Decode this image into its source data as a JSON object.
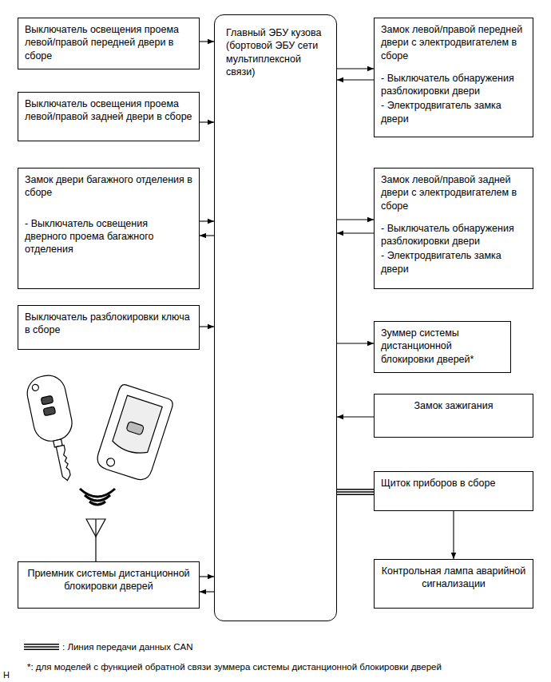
{
  "diagram": {
    "nodes": [
      {
        "text": [
          "Выключатель освещения проема левой/правой передней двери в сборе"
        ]
      },
      {
        "text": [
          "Главный ЭБУ кузова (бортовой ЭБУ сети мультиплексной связи)"
        ]
      },
      {
        "text": [
          "Замок левой/правой передней двери с электродвигателем в сборе",
          "- Выключатель обнаружения разблокировки двери",
          "- Электродвигатель замка двери"
        ]
      },
      {
        "text": [
          "Выключатель освещения проема левой/правой задней двери в сборе"
        ]
      },
      {
        "text": [
          "Замок двери багажного отделения в сборе",
          "- Выключатель освещения дверного проема багажного отделения"
        ]
      },
      {
        "text": [
          "Замок левой/правой задней двери с электродвигателем в сборе",
          "- Выключатель обнаружения разблокировки двери",
          "- Электродвигатель замка двери"
        ]
      },
      {
        "text": [
          "Выключатель разблокировки ключа в сборе"
        ]
      },
      {
        "text": [
          "Зуммер системы дистанционной блокировки дверей*"
        ]
      },
      {
        "text": [
          "Замок зажигания"
        ]
      },
      {
        "text": [
          "Щиток приборов в сборе"
        ]
      },
      {
        "text": [
          "Приемник системы дистанционной блокировки дверей"
        ]
      },
      {
        "text": [
          "Контрольная лампа аварийной сигнализации"
        ]
      }
    ],
    "edges": [
      {
        "from": 0,
        "to": 1,
        "arrow": "to"
      },
      {
        "from": 1,
        "to": 2,
        "arrow": "to"
      },
      {
        "from": 2,
        "to": 1,
        "arrow": "to"
      },
      {
        "from": 3,
        "to": 1,
        "arrow": "to"
      },
      {
        "from": 4,
        "to": 1,
        "arrow": "to"
      },
      {
        "from": 1,
        "to": 4,
        "arrow": "to"
      },
      {
        "from": 1,
        "to": 5,
        "arrow": "to"
      },
      {
        "from": 5,
        "to": 1,
        "arrow": "to"
      },
      {
        "from": 6,
        "to": 1,
        "arrow": "to"
      },
      {
        "from": 1,
        "to": 7,
        "arrow": "to"
      },
      {
        "from": 8,
        "to": 1,
        "arrow": "to"
      },
      {
        "from": 1,
        "to": 9,
        "arrow": "none"
      },
      {
        "from": 9,
        "to": 11,
        "arrow": "to"
      },
      {
        "from": 10,
        "to": 1,
        "arrow": "to"
      },
      {
        "from": 1,
        "to": 10,
        "arrow": "to"
      }
    ],
    "labels": [
      "*: для моделей с функцией обратной связи зуммера системы дистанционной блокировки дверей",
      "H"
    ],
    "legend": [
      {
        "text": ": Линия передачи данных CAN"
      }
    ]
  }
}
